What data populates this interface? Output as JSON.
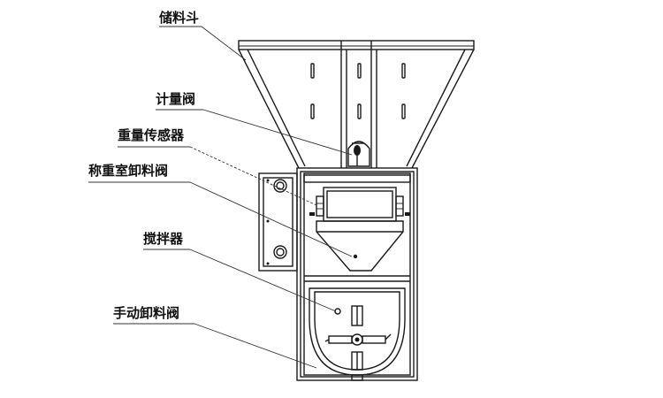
{
  "labels": {
    "hopper": "储料斗",
    "metering_valve": "计量阀",
    "load_sensor": "重量传感器",
    "weigh_chamber_valve": "称重室卸料阀",
    "agitator": "搅拌器",
    "manual_valve": "手动卸料阀"
  },
  "colors": {
    "line": "#1a1a1a",
    "background": "#ffffff"
  }
}
